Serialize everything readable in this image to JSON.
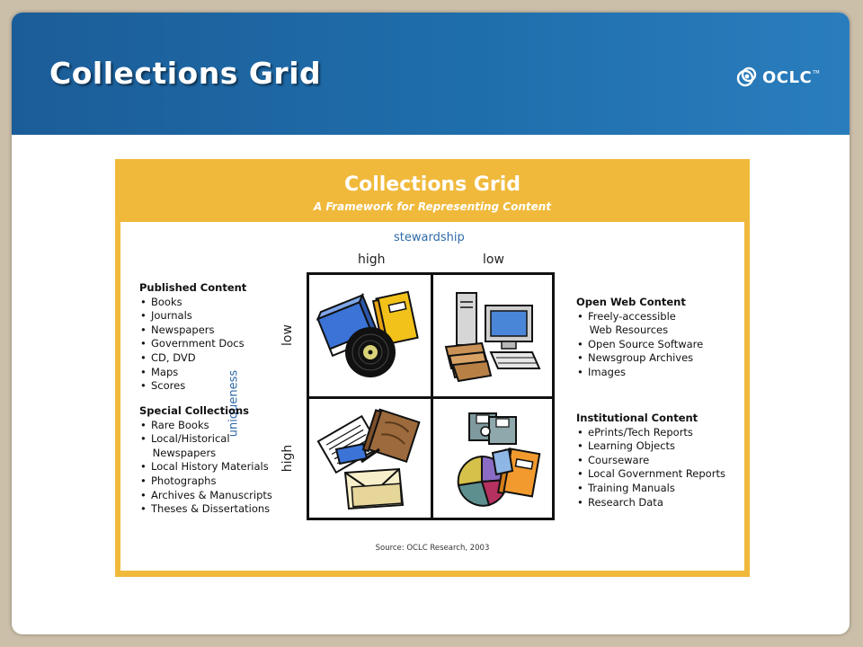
{
  "slide": {
    "title": "Collections Grid",
    "logo_text": "OCLC",
    "logo_tm": "TM"
  },
  "figure": {
    "title": "Collections Grid",
    "subtitle": "A Framework for Representing Content",
    "axes": {
      "stewardship": {
        "label": "stewardship",
        "ticks": [
          "high",
          "low"
        ]
      },
      "uniqueness": {
        "label": "uniqueness",
        "ticks": [
          "low",
          "high"
        ]
      }
    },
    "published": {
      "heading": "Published Content",
      "items": [
        "Books",
        "Journals",
        "Newspapers",
        "Government Docs",
        "CD, DVD",
        "Maps",
        "Scores"
      ]
    },
    "special": {
      "heading": "Special Collections",
      "items": [
        "Rare Books",
        "Local/Historical",
        " Newspapers",
        "Local History Materials",
        "Photographs",
        "Archives & Manuscripts",
        "Theses & Dissertations"
      ]
    },
    "openweb": {
      "heading": "Open Web Content",
      "items": [
        "Freely-accessible",
        " Web Resources",
        "Open Source Software",
        "Newsgroup Archives",
        "Images"
      ]
    },
    "institutional": {
      "heading": "Institutional Content",
      "items": [
        "ePrints/Tech Reports",
        "Learning Objects",
        "Courseware",
        "Local Government Reports",
        "Training Manuals",
        "Research Data"
      ]
    },
    "source": "Source: OCLC Research, 2003",
    "colors": {
      "band": "#f0b93b",
      "header_blue": "#1f6eac",
      "axis_blue": "#2e6aa8"
    },
    "icons": {
      "top_left": "books-and-disc-icon",
      "top_right": "computer-icon",
      "bottom_left": "documents-and-rare-books-icon",
      "bottom_right": "data-and-courseware-icon"
    }
  }
}
